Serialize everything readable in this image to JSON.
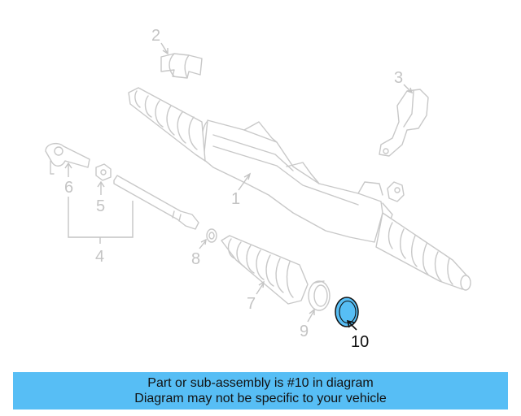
{
  "callouts": {
    "c1": "1",
    "c2": "2",
    "c3": "3",
    "c4": "4",
    "c5": "5",
    "c6": "6",
    "c7": "7",
    "c8": "8",
    "c9": "9",
    "c10": "10"
  },
  "banner": {
    "line1": "Part or sub-assembly is #10 in diagram",
    "line2": "Diagram may not be specific to your vehicle"
  },
  "colors": {
    "highlight_part": "#57bef5",
    "banner_background": "#57bef5",
    "faded_lines": "#c8c8c8"
  }
}
